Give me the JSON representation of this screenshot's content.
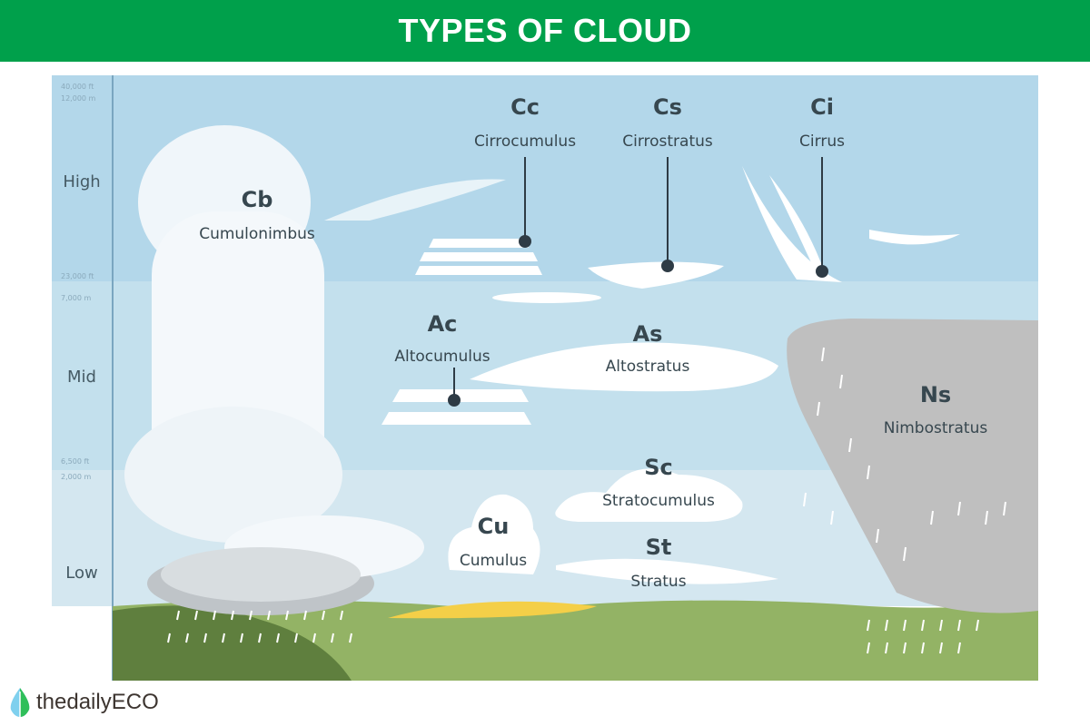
{
  "header": {
    "title": "TYPES OF CLOUD"
  },
  "zones": {
    "high": "High",
    "mid": "Mid",
    "low": "Low"
  },
  "altitudes": {
    "top_ft": "40,000 ft",
    "top_m": "12,000 m",
    "high_ft": "23,000 ft",
    "high_m": "7,000 m",
    "mid_ft": "6,500 ft",
    "mid_m": "2,000 m"
  },
  "clouds": {
    "cb": {
      "abbr": "Cb",
      "name": "Cumulonimbus"
    },
    "cc": {
      "abbr": "Cc",
      "name": "Cirrocumulus"
    },
    "cs": {
      "abbr": "Cs",
      "name": "Cirrostratus"
    },
    "ci": {
      "abbr": "Ci",
      "name": "Cirrus"
    },
    "ac": {
      "abbr": "Ac",
      "name": "Altocumulus"
    },
    "as": {
      "abbr": "As",
      "name": "Altostratus"
    },
    "ns": {
      "abbr": "Ns",
      "name": "Nimbostratus"
    },
    "sc": {
      "abbr": "Sc",
      "name": "Stratocumulus"
    },
    "cu": {
      "abbr": "Cu",
      "name": "Cumulus"
    },
    "st": {
      "abbr": "St",
      "name": "Stratus"
    }
  },
  "brand": {
    "name": "thedailyECO"
  },
  "colors": {
    "header": "#00a04b",
    "high": "#b3d7ea",
    "mid": "#c3e0ed",
    "low": "#d4e7f0",
    "ground": "#93b365"
  }
}
